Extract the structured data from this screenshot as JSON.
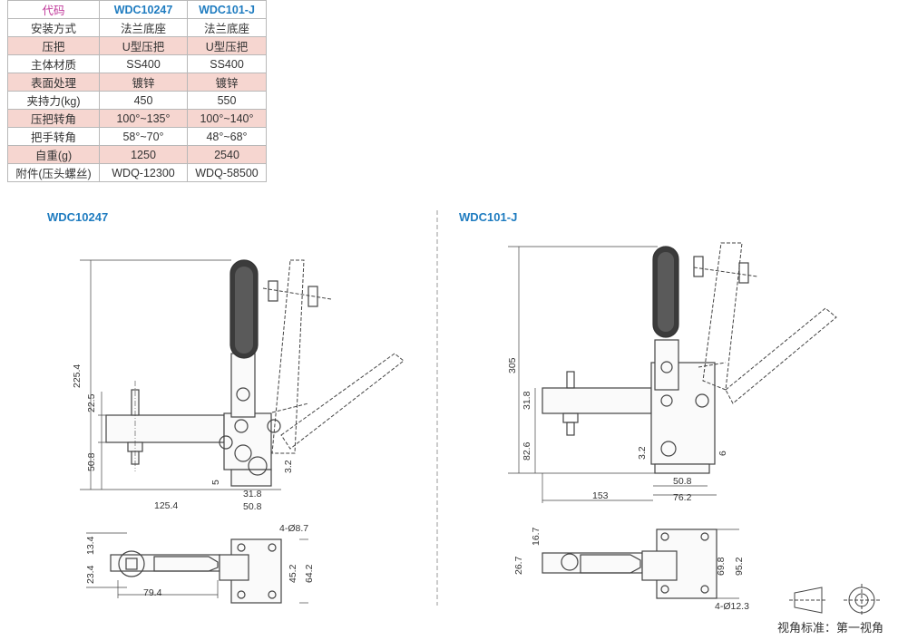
{
  "table": {
    "header": {
      "code": "代码",
      "model1": "WDC10247",
      "model2": "WDC101-J"
    },
    "rows": [
      {
        "label": "安装方式",
        "v1": "法兰底座",
        "v2": "法兰底座",
        "shaded": false
      },
      {
        "label": "压把",
        "v1": "U型压把",
        "v2": "U型压把",
        "shaded": true
      },
      {
        "label": "主体材质",
        "v1": "SS400",
        "v2": "SS400",
        "shaded": false
      },
      {
        "label": "表面处理",
        "v1": "镀锌",
        "v2": "镀锌",
        "shaded": true
      },
      {
        "label": "夹持力(kg)",
        "v1": "450",
        "v2": "550",
        "shaded": false
      },
      {
        "label": "压把转角",
        "v1": "100°~135°",
        "v2": "100°~140°",
        "shaded": true
      },
      {
        "label": "把手转角",
        "v1": "58°~70°",
        "v2": "48°~68°",
        "shaded": false
      },
      {
        "label": "自重(g)",
        "v1": "1250",
        "v2": "2540",
        "shaded": true
      },
      {
        "label": "附件(压头螺丝)",
        "v1": "WDQ-12300",
        "v2": "WDQ-58500",
        "shaded": false
      }
    ]
  },
  "drawing1": {
    "title": "WDC10247",
    "dims": {
      "d225": "225.4",
      "d22": "22.5",
      "d50": "50.8",
      "d125": "125.4",
      "d31": "31.8",
      "d50b": "50.8",
      "d5": "5",
      "d3": "3.2",
      "d13": "13.4",
      "d23": "23.4",
      "d79": "79.4",
      "d45": "45.2",
      "d64": "64.2",
      "d8": "4-Ø8.7"
    }
  },
  "drawing2": {
    "title": "WDC101-J",
    "dims": {
      "d305": "305",
      "d31": "31.8",
      "d82": "82.6",
      "d3": "3.2",
      "d6": "6",
      "d50": "50.8",
      "d153": "153",
      "d76": "76.2",
      "d16": "16.7",
      "d26": "26.7",
      "d69": "69.8",
      "d95": "95.2",
      "d12": "4-Ø12.3"
    }
  },
  "legend": {
    "label": "视角标准：第一视角"
  },
  "colors": {
    "brand": "#1f7cc0",
    "code_header": "#c0399a",
    "shaded_row": "#f6d6d0",
    "line": "#444444",
    "grip": "#3b3b3b"
  }
}
